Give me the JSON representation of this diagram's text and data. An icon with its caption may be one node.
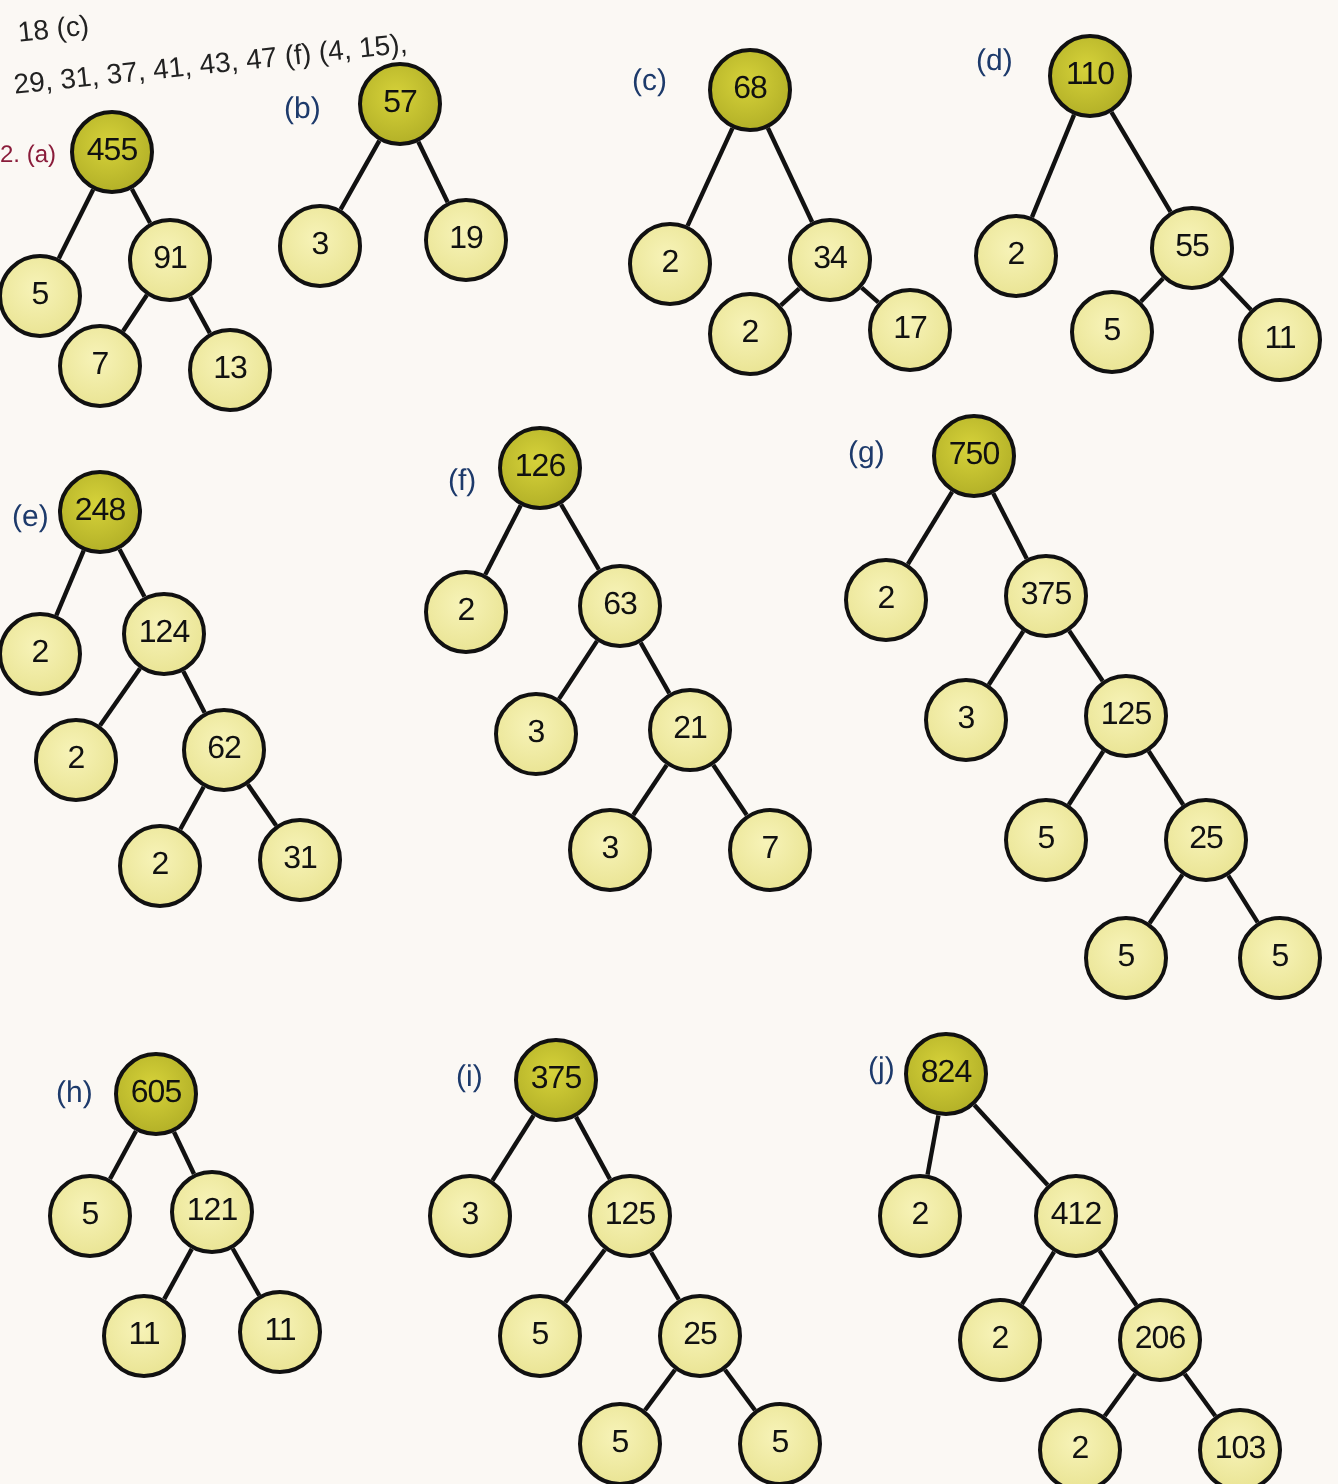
{
  "diagram": {
    "nodes": [
      {
        "text": [
          "455"
        ]
      },
      {
        "text": [
          "5"
        ]
      },
      {
        "text": [
          "91"
        ]
      },
      {
        "text": [
          "7"
        ]
      },
      {
        "text": [
          "13"
        ]
      },
      {
        "text": [
          "57"
        ]
      },
      {
        "text": [
          "3"
        ]
      },
      {
        "text": [
          "19"
        ]
      },
      {
        "text": [
          "68"
        ]
      },
      {
        "text": [
          "2"
        ]
      },
      {
        "text": [
          "34"
        ]
      },
      {
        "text": [
          "2"
        ]
      },
      {
        "text": [
          "17"
        ]
      },
      {
        "text": [
          "110"
        ]
      },
      {
        "text": [
          "2"
        ]
      },
      {
        "text": [
          "55"
        ]
      },
      {
        "text": [
          "5"
        ]
      },
      {
        "text": [
          "11"
        ]
      },
      {
        "text": [
          "248"
        ]
      },
      {
        "text": [
          "2"
        ]
      },
      {
        "text": [
          "124"
        ]
      },
      {
        "text": [
          "2"
        ]
      },
      {
        "text": [
          "62"
        ]
      },
      {
        "text": [
          "2"
        ]
      },
      {
        "text": [
          "31"
        ]
      },
      {
        "text": [
          "126"
        ]
      },
      {
        "text": [
          "2"
        ]
      },
      {
        "text": [
          "63"
        ]
      },
      {
        "text": [
          "3"
        ]
      },
      {
        "text": [
          "21"
        ]
      },
      {
        "text": [
          "3"
        ]
      },
      {
        "text": [
          "7"
        ]
      },
      {
        "text": [
          "750"
        ]
      },
      {
        "text": [
          "2"
        ]
      },
      {
        "text": [
          "375"
        ]
      },
      {
        "text": [
          "3"
        ]
      },
      {
        "text": [
          "125"
        ]
      },
      {
        "text": [
          "5"
        ]
      },
      {
        "text": [
          "25"
        ]
      },
      {
        "text": [
          "5"
        ]
      },
      {
        "text": [
          "5"
        ]
      },
      {
        "text": [
          "605"
        ]
      },
      {
        "text": [
          "5"
        ]
      },
      {
        "text": [
          "121"
        ]
      },
      {
        "text": [
          "11"
        ]
      },
      {
        "text": [
          "11"
        ]
      },
      {
        "text": [
          "375"
        ]
      },
      {
        "text": [
          "3"
        ]
      },
      {
        "text": [
          "125"
        ]
      },
      {
        "text": [
          "5"
        ]
      },
      {
        "text": [
          "25"
        ]
      },
      {
        "text": [
          "5"
        ]
      },
      {
        "text": [
          "5"
        ]
      },
      {
        "text": [
          "824"
        ]
      },
      {
        "text": [
          "2"
        ]
      },
      {
        "text": [
          "412"
        ]
      },
      {
        "text": [
          "2"
        ]
      },
      {
        "text": [
          "206"
        ]
      },
      {
        "text": [
          "2"
        ]
      },
      {
        "text": [
          "103"
        ]
      }
    ],
    "edges": [
      {
        "from": 0,
        "to": 1,
        "arrow": "none"
      },
      {
        "from": 0,
        "to": 2,
        "arrow": "none"
      },
      {
        "from": 2,
        "to": 3,
        "arrow": "none"
      },
      {
        "from": 2,
        "to": 4,
        "arrow": "none"
      },
      {
        "from": 5,
        "to": 6,
        "arrow": "none"
      },
      {
        "from": 5,
        "to": 7,
        "arrow": "none"
      },
      {
        "from": 8,
        "to": 9,
        "arrow": "none"
      },
      {
        "from": 8,
        "to": 10,
        "arrow": "none"
      },
      {
        "from": 10,
        "to": 11,
        "arrow": "none"
      },
      {
        "from": 10,
        "to": 12,
        "arrow": "none"
      },
      {
        "from": 13,
        "to": 14,
        "arrow": "none"
      },
      {
        "from": 13,
        "to": 15,
        "arrow": "none"
      },
      {
        "from": 15,
        "to": 16,
        "arrow": "none"
      },
      {
        "from": 15,
        "to": 17,
        "arrow": "none"
      },
      {
        "from": 18,
        "to": 19,
        "arrow": "none"
      },
      {
        "from": 18,
        "to": 20,
        "arrow": "none"
      },
      {
        "from": 20,
        "to": 21,
        "arrow": "none"
      },
      {
        "from": 20,
        "to": 22,
        "arrow": "none"
      },
      {
        "from": 22,
        "to": 23,
        "arrow": "none"
      },
      {
        "from": 22,
        "to": 24,
        "arrow": "none"
      },
      {
        "from": 25,
        "to": 26,
        "arrow": "none"
      },
      {
        "from": 25,
        "to": 27,
        "arrow": "none"
      },
      {
        "from": 27,
        "to": 28,
        "arrow": "none"
      },
      {
        "from": 27,
        "to": 29,
        "arrow": "none"
      },
      {
        "from": 29,
        "to": 30,
        "arrow": "none"
      },
      {
        "from": 29,
        "to": 31,
        "arrow": "none"
      },
      {
        "from": 32,
        "to": 33,
        "arrow": "none"
      },
      {
        "from": 32,
        "to": 34,
        "arrow": "none"
      },
      {
        "from": 34,
        "to": 35,
        "arrow": "none"
      },
      {
        "from": 34,
        "to": 36,
        "arrow": "none"
      },
      {
        "from": 36,
        "to": 37,
        "arrow": "none"
      },
      {
        "from": 36,
        "to": 38,
        "arrow": "none"
      },
      {
        "from": 38,
        "to": 39,
        "arrow": "none"
      },
      {
        "from": 38,
        "to": 40,
        "arrow": "none"
      },
      {
        "from": 41,
        "to": 42,
        "arrow": "none"
      },
      {
        "from": 41,
        "to": 43,
        "arrow": "none"
      },
      {
        "from": 43,
        "to": 44,
        "arrow": "none"
      },
      {
        "from": 43,
        "to": 45,
        "arrow": "none"
      },
      {
        "from": 46,
        "to": 47,
        "arrow": "none"
      },
      {
        "from": 46,
        "to": 48,
        "arrow": "none"
      },
      {
        "from": 48,
        "to": 49,
        "arrow": "none"
      },
      {
        "from": 48,
        "to": 50,
        "arrow": "none"
      },
      {
        "from": 50,
        "to": 51,
        "arrow": "none"
      },
      {
        "from": 50,
        "to": 52,
        "arrow": "none"
      },
      {
        "from": 53,
        "to": 54,
        "arrow": "none"
      },
      {
        "from": 53,
        "to": 55,
        "arrow": "none"
      },
      {
        "from": 55,
        "to": 56,
        "arrow": "none"
      },
      {
        "from": 55,
        "to": 57,
        "arrow": "none"
      },
      {
        "from": 57,
        "to": 58,
        "arrow": "none"
      },
      {
        "from": 57,
        "to": 59,
        "arrow": "none"
      }
    ],
    "labels": [
      "18 (c)",
      "29, 31, 37, 41, 43, 47 (f) (4, 15),",
      "2. (a)",
      "(b)",
      "(c)",
      "(d)",
      "(e)",
      "(f)",
      "(g)",
      "(h)",
      "(i)",
      "(j)"
    ]
  }
}
